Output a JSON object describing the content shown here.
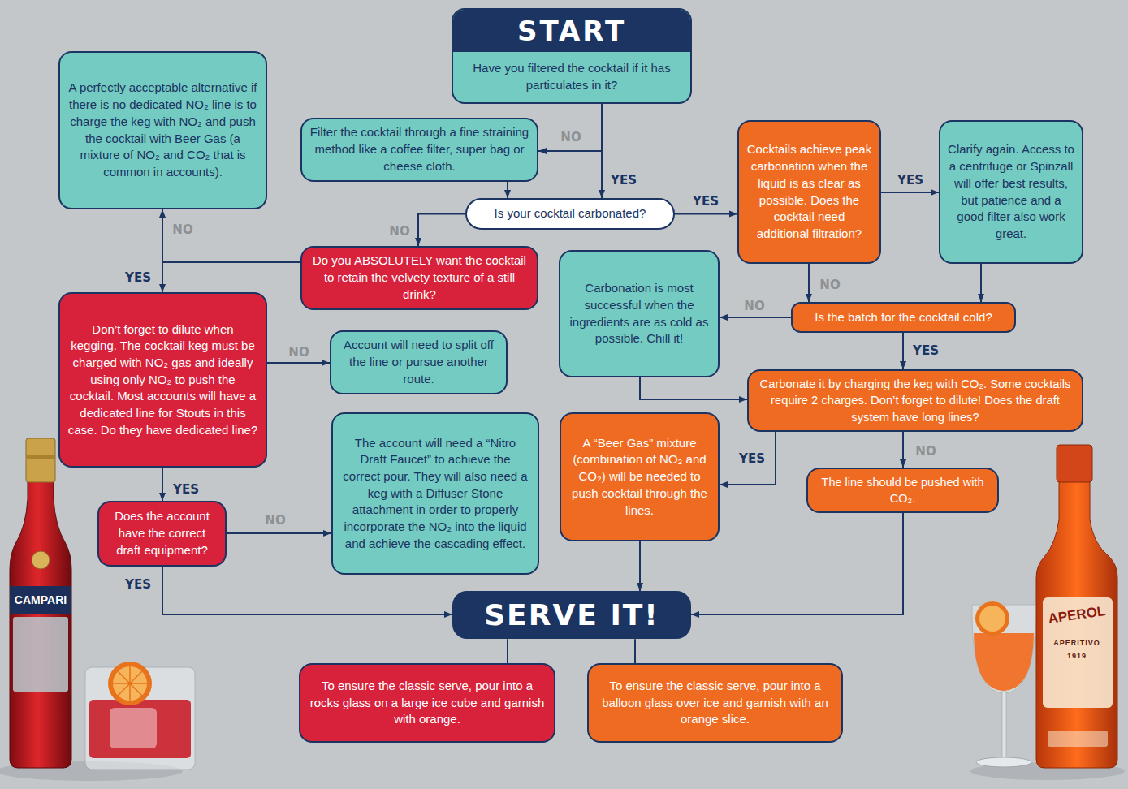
{
  "diagram": {
    "nodes": [
      {
        "text": [
          "START",
          "Have you filtered the cocktail if it has particulates in it?"
        ]
      },
      {
        "text": [
          "A perfectly acceptable alternative if there is no dedicated NO₂ line is to charge the keg with NO₂ and push the cocktail with Beer Gas (a mixture of NO₂ and CO₂ that is common in accounts)."
        ]
      },
      {
        "text": [
          "Filter the cocktail through a fine straining method like a coffee filter, super bag or cheese cloth."
        ]
      },
      {
        "text": [
          "Cocktails achieve peak carbonation when the liquid is as clear as possible. Does the cocktail need additional filtration?"
        ]
      },
      {
        "text": [
          "Clarify again. Access to a centrifuge or Spinzall will offer best results, but patience and a good filter also work great."
        ]
      },
      {
        "text": [
          "Is your cocktail carbonated?"
        ]
      },
      {
        "text": [
          "Do you ABSOLUTELY want the cocktail to retain the velvety texture of a still drink?"
        ]
      },
      {
        "text": [
          "Carbonation is most successful when the ingredients are as cold as possible. Chill it!"
        ]
      },
      {
        "text": [
          "Is the batch for the cocktail cold?"
        ]
      },
      {
        "text": [
          "Don’t forget to dilute when kegging. The cocktail keg must be charged with NO₂ gas and ideally using only NO₂ to push the cocktail. Most accounts will have a dedicated line for Stouts in this case. Do they have dedicated line?"
        ]
      },
      {
        "text": [
          "Account will need to split off the line or pursue another route."
        ]
      },
      {
        "text": [
          "Carbonate it by charging the keg with CO₂. Some cocktails require 2 charges. Don’t forget to dilute! Does the draft system have long lines?"
        ]
      },
      {
        "text": [
          "The account will need a “Nitro Draft Faucet” to achieve the correct pour. They will also need a keg with a Diffuser Stone attachment in order to properly incorporate the NO₂ into the liquid and achieve the cascading effect."
        ]
      },
      {
        "text": [
          "A “Beer Gas” mixture (combination of NO₂ and CO₂) will be needed to push cocktail through the lines."
        ]
      },
      {
        "text": [
          "Does the account have the correct draft equipment?"
        ]
      },
      {
        "text": [
          "The line should be pushed with CO₂."
        ]
      },
      {
        "text": [
          "SERVE IT!"
        ]
      },
      {
        "text": [
          "To ensure the classic serve, pour into a rocks glass on a large ice cube and garnish with orange."
        ]
      },
      {
        "text": [
          "To ensure the classic serve, pour into a balloon glass over ice and garnish with an orange slice."
        ]
      }
    ],
    "edges": [
      {
        "from": 0,
        "to": 5,
        "label": "YES",
        "arrow": "to"
      },
      {
        "from": 0,
        "to": 2,
        "label": "NO",
        "arrow": "to"
      },
      {
        "from": 2,
        "to": 5,
        "arrow": "to"
      },
      {
        "from": 5,
        "to": 3,
        "label": "YES",
        "arrow": "to"
      },
      {
        "from": 5,
        "to": 6,
        "label": "NO",
        "arrow": "to"
      },
      {
        "from": 3,
        "to": 4,
        "label": "YES",
        "arrow": "to"
      },
      {
        "from": 3,
        "to": 8,
        "label": "NO",
        "arrow": "to"
      },
      {
        "from": 4,
        "to": 8,
        "arrow": "to"
      },
      {
        "from": 8,
        "to": 7,
        "label": "NO",
        "arrow": "to"
      },
      {
        "from": 8,
        "to": 11,
        "label": "YES",
        "arrow": "to"
      },
      {
        "from": 7,
        "to": 11,
        "arrow": "to"
      },
      {
        "from": 11,
        "to": 13,
        "label": "YES",
        "arrow": "to"
      },
      {
        "from": 11,
        "to": 15,
        "label": "NO",
        "arrow": "to"
      },
      {
        "from": 6,
        "to": 1,
        "label": "NO",
        "arrow": "to"
      },
      {
        "from": 6,
        "to": 9,
        "label": "YES",
        "arrow": "to"
      },
      {
        "from": 9,
        "to": 10,
        "label": "NO",
        "arrow": "to"
      },
      {
        "from": 9,
        "to": 14,
        "label": "YES",
        "arrow": "to"
      },
      {
        "from": 14,
        "to": 12,
        "label": "NO",
        "arrow": "to"
      },
      {
        "from": 14,
        "to": 16,
        "label": "YES",
        "arrow": "to"
      },
      {
        "from": 13,
        "to": 16,
        "arrow": "to"
      },
      {
        "from": 15,
        "to": 16,
        "arrow": "to"
      },
      {
        "from": 16,
        "to": 17,
        "arrow": "none"
      },
      {
        "from": 16,
        "to": 18,
        "arrow": "none"
      }
    ],
    "labels": [
      "CAMPARI",
      "APEROL",
      "APERITIVO",
      "1919"
    ]
  }
}
